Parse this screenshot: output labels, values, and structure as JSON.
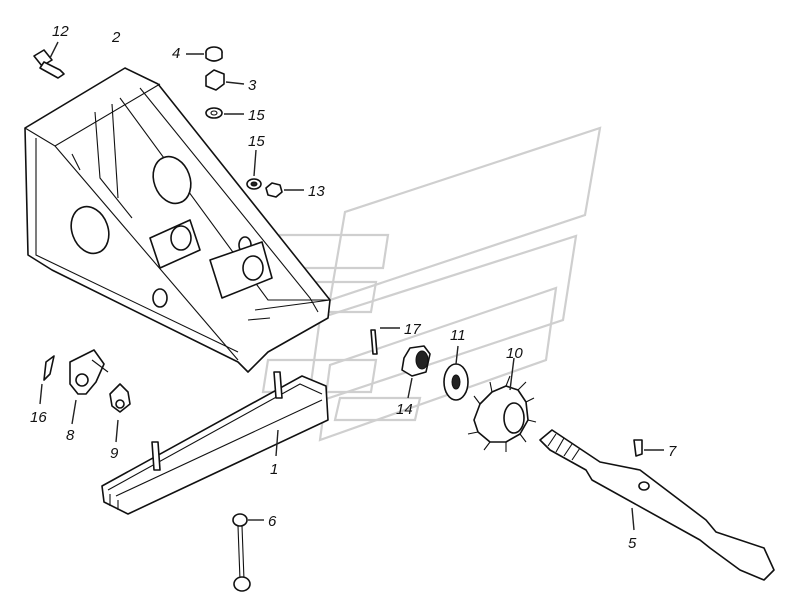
{
  "diagram": {
    "labels": {
      "l1": "1",
      "l2": "2",
      "l3": "3",
      "l4": "4",
      "l5": "5",
      "l6": "6",
      "l7": "7",
      "l8": "8",
      "l9": "9",
      "l10": "10",
      "l11": "11",
      "l12": "12",
      "l13": "13",
      "l14": "14",
      "l15a": "15",
      "l15b": "15",
      "l16": "16",
      "l17": "17"
    }
  }
}
